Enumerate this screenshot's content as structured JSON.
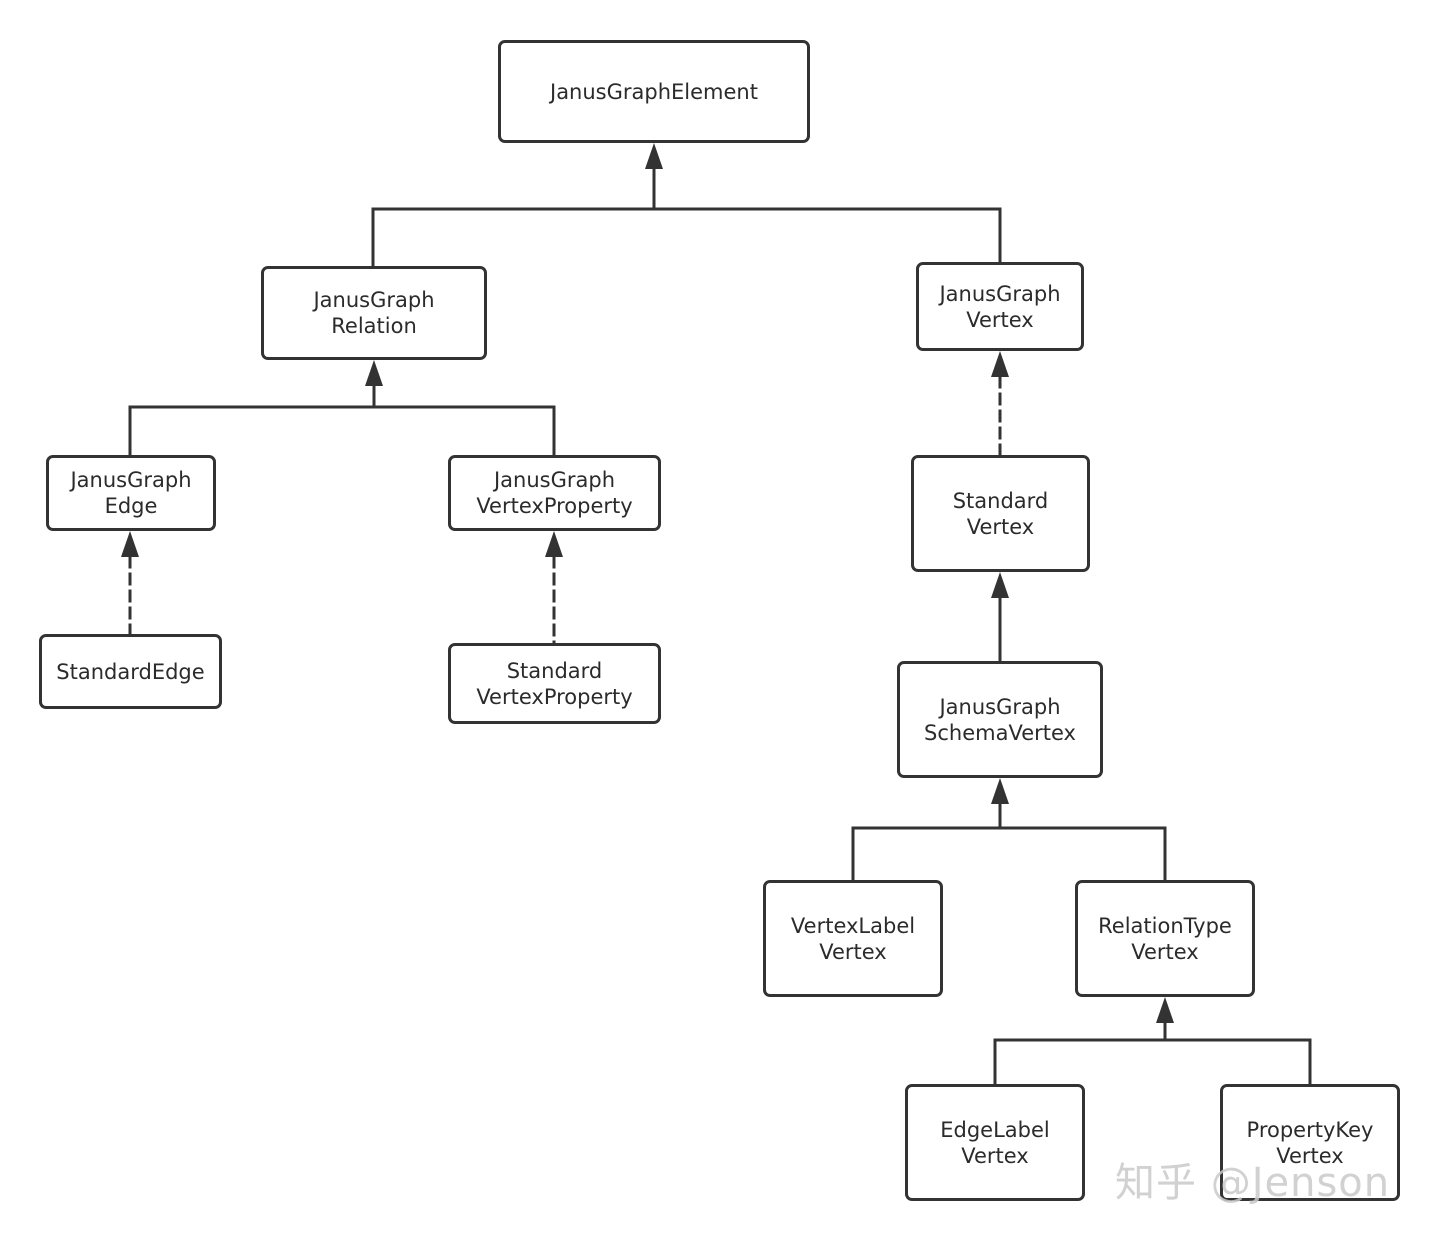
{
  "nodes": {
    "element": [
      "JanusGraphElement"
    ],
    "relation": [
      "JanusGraph",
      "Relation"
    ],
    "vertex": [
      "JanusGraph",
      "Vertex"
    ],
    "edge": [
      "JanusGraph",
      "Edge"
    ],
    "vertex_property": [
      "JanusGraph",
      "VertexProperty"
    ],
    "standard_edge": [
      "StandardEdge"
    ],
    "standard_vertex_property": [
      "Standard",
      "VertexProperty"
    ],
    "standard_vertex": [
      "Standard",
      "Vertex"
    ],
    "schema_vertex": [
      "JanusGraph",
      "SchemaVertex"
    ],
    "vertex_label_vertex": [
      "VertexLabel",
      "Vertex"
    ],
    "relation_type_vertex": [
      "RelationType",
      "Vertex"
    ],
    "edge_label_vertex": [
      "EdgeLabel",
      "Vertex"
    ],
    "property_key_vertex": [
      "PropertyKey",
      "Vertex"
    ]
  },
  "edges": [
    {
      "from": "relation",
      "to": "element",
      "style": "solid"
    },
    {
      "from": "vertex",
      "to": "element",
      "style": "solid"
    },
    {
      "from": "edge",
      "to": "relation",
      "style": "solid"
    },
    {
      "from": "vertex_property",
      "to": "relation",
      "style": "solid"
    },
    {
      "from": "standard_edge",
      "to": "edge",
      "style": "dashed"
    },
    {
      "from": "standard_vertex_property",
      "to": "vertex_property",
      "style": "dashed"
    },
    {
      "from": "standard_vertex",
      "to": "vertex",
      "style": "dashed"
    },
    {
      "from": "schema_vertex",
      "to": "standard_vertex",
      "style": "solid"
    },
    {
      "from": "vertex_label_vertex",
      "to": "schema_vertex",
      "style": "solid"
    },
    {
      "from": "relation_type_vertex",
      "to": "schema_vertex",
      "style": "solid"
    },
    {
      "from": "edge_label_vertex",
      "to": "relation_type_vertex",
      "style": "solid"
    },
    {
      "from": "property_key_vertex",
      "to": "relation_type_vertex",
      "style": "solid"
    }
  ],
  "colors": {
    "line": "#333333",
    "text": "#2b2b2b",
    "watermark": "#c9c9c9"
  },
  "watermark": "知乎 @Jenson"
}
